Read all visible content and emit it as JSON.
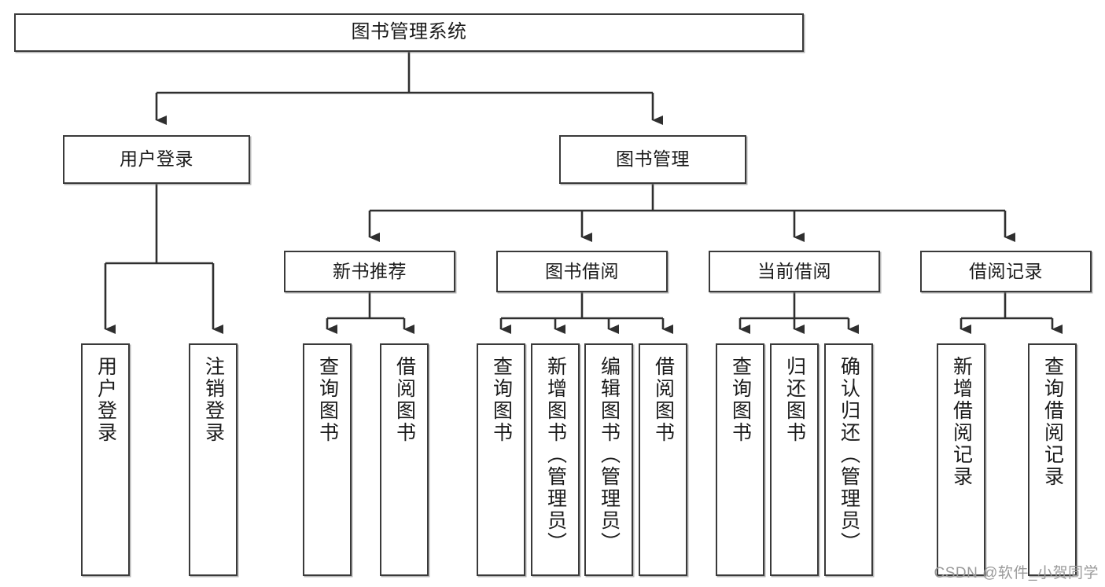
{
  "diagram": {
    "title": "图书管理系统",
    "type": "tree-hierarchy-diagram",
    "colors": {
      "box_border": "#3a3a3a",
      "box_fill": "#ffffff",
      "edge": "#2f2f2f",
      "text": "#1b1b1b",
      "watermark": "#9a9a9a"
    },
    "nodes": {
      "root": {
        "label": "图书管理系统"
      },
      "level2": [
        {
          "id": "user-login",
          "label": "用户登录"
        },
        {
          "id": "book-manage",
          "label": "图书管理"
        }
      ],
      "level3": [
        {
          "id": "new-book-recommend",
          "label": "新书推荐"
        },
        {
          "id": "book-borrow",
          "label": "图书借阅"
        },
        {
          "id": "current-borrow",
          "label": "当前借阅"
        },
        {
          "id": "borrow-record",
          "label": "借阅记录"
        }
      ],
      "leaves": [
        {
          "id": "leaf-user-login",
          "label": "用户登录",
          "parent": "user-login"
        },
        {
          "id": "leaf-logout-login",
          "label": "注销登录",
          "parent": "user-login"
        },
        {
          "id": "leaf-query-book-1",
          "label": "查询图书",
          "parent": "new-book-recommend"
        },
        {
          "id": "leaf-borrow-book-1",
          "label": "借阅图书",
          "parent": "new-book-recommend"
        },
        {
          "id": "leaf-query-book-2",
          "label": "查询图书",
          "parent": "book-borrow"
        },
        {
          "id": "leaf-add-book",
          "label": "新增图书（管理员）",
          "parent": "book-borrow"
        },
        {
          "id": "leaf-edit-book",
          "label": "编辑图书（管理员）",
          "parent": "book-borrow"
        },
        {
          "id": "leaf-borrow-book-2",
          "label": "借阅图书",
          "parent": "book-borrow"
        },
        {
          "id": "leaf-query-book-3",
          "label": "查询图书",
          "parent": "current-borrow"
        },
        {
          "id": "leaf-return-book",
          "label": "归还图书",
          "parent": "current-borrow"
        },
        {
          "id": "leaf-confirm-return",
          "label": "确认归还（管理员）",
          "parent": "current-borrow"
        },
        {
          "id": "leaf-add-record",
          "label": "新增借阅记录",
          "parent": "borrow-record"
        },
        {
          "id": "leaf-query-record",
          "label": "查询借阅记录",
          "parent": "borrow-record"
        }
      ]
    }
  },
  "watermark": {
    "text": "CSDN @软件_小贺同学"
  }
}
